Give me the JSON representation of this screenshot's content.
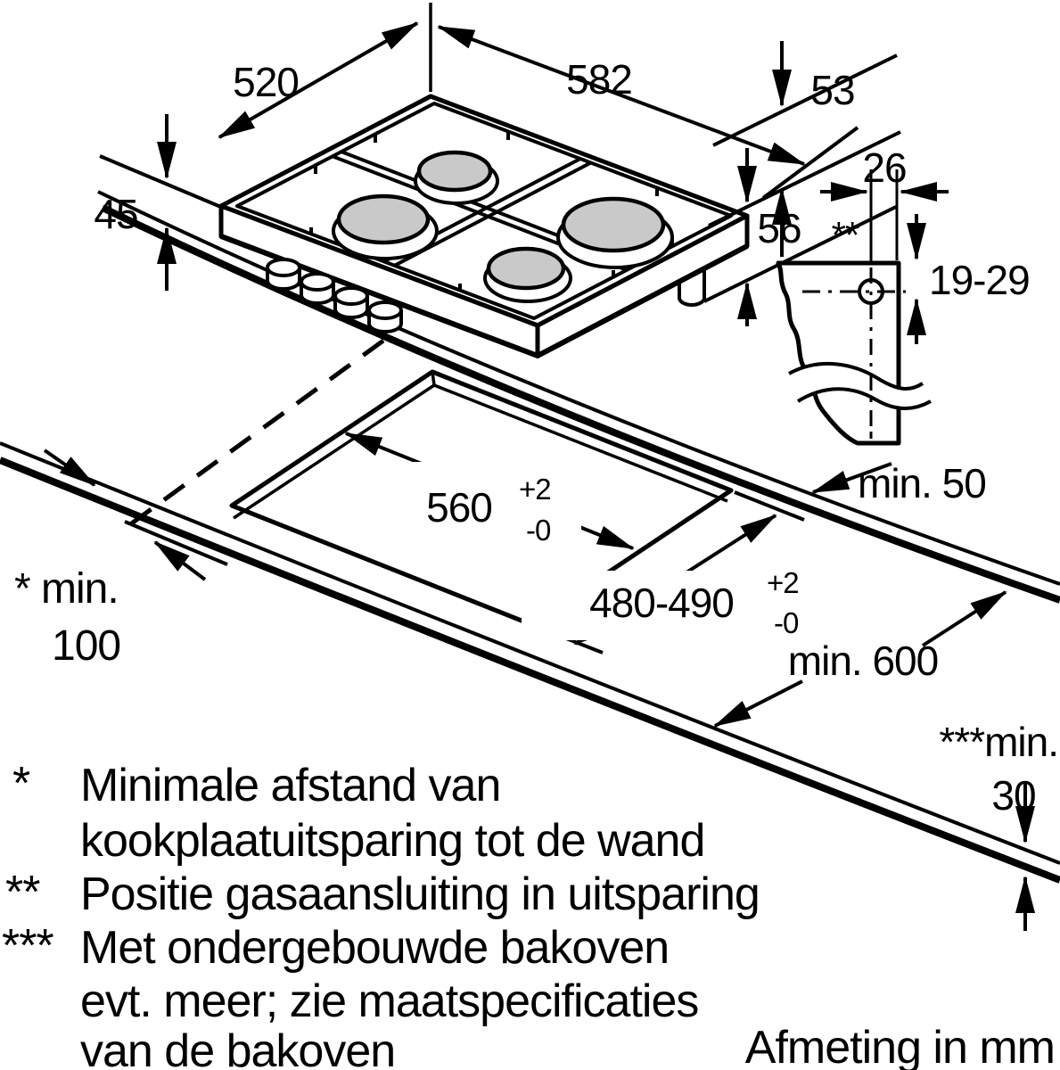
{
  "colors": {
    "line": "#000000",
    "burner_cap": "#c9c9c9",
    "background": "#ffffff"
  },
  "dimensions": {
    "width_top": "582",
    "depth_left": "520",
    "d53": "53",
    "d45": "45",
    "d56": "56",
    "d26": "26",
    "d19_29": "19-29",
    "cutout_width": "560",
    "cutout_depth": "480-490",
    "tol_plus": "+2",
    "tol_minus": "-0",
    "min50": "min. 50",
    "min100_prefix": "* min.",
    "min100_value": "100",
    "min600": "min. 600",
    "min30_prefix": "***min.",
    "min30_value": "30",
    "gas_marker": "**"
  },
  "footnotes": [
    {
      "marker": "*",
      "line1": "Minimale afstand van",
      "line2": "kookplaatuitsparing tot de wand",
      "line3": ""
    },
    {
      "marker": "**",
      "line1": "Positie gasaansluiting in uitsparing",
      "line2": "",
      "line3": ""
    },
    {
      "marker": "***",
      "line1": "Met ondergebouwde bakoven",
      "line2": "evt. meer; zie maatspecificaties",
      "line3": "van de bakoven"
    }
  ],
  "caption": "Afmeting in mm"
}
